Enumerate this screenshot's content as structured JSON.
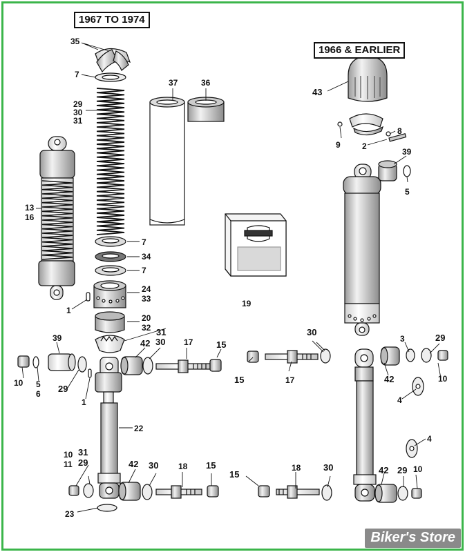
{
  "colors": {
    "frame": "#3bb54a",
    "ink": "#111111",
    "watermark_bg": "#8a8a8a"
  },
  "headings": {
    "left": "1967 TO 1974",
    "right": "1966 & EARLIER"
  },
  "watermark": "Biker's Store",
  "icons": [
    "coil-spring-icon",
    "shock-absorber-icon",
    "bushing-icon",
    "bolt-icon",
    "nut-icon",
    "washer-icon",
    "retainer-cone-icon",
    "emblem-box-icon"
  ],
  "labels": {
    "p35": "35",
    "p7a": "7",
    "p29a": "29",
    "p30a": "30",
    "p31a": "31",
    "p37": "37",
    "p36": "36",
    "p13": "13",
    "p16": "16",
    "p7b": "7",
    "p34": "34",
    "p7c": "7",
    "p24": "24",
    "p33": "33",
    "p1a": "1",
    "p20": "20",
    "p32": "32",
    "p19": "19",
    "p31b": "31",
    "p42a": "42",
    "p30b": "30",
    "p17a": "17",
    "p15a": "15",
    "p39a": "39",
    "p10a": "10",
    "p5a": "5",
    "p6": "6",
    "p29b": "29",
    "p1b": "1",
    "p22": "22",
    "p10b": "10",
    "p11": "11",
    "p31c": "31",
    "p29c": "29",
    "p42b": "42",
    "p30c": "30",
    "p18a": "18",
    "p15b": "15",
    "p23": "23",
    "p43": "43",
    "p9": "9",
    "p8": "8",
    "p2": "2",
    "p39b": "39",
    "p5b": "5",
    "p30d": "30",
    "p15c": "15",
    "p17b": "17",
    "p3": "3",
    "p29d": "29",
    "p42c": "42",
    "p10c": "10",
    "p4a": "4",
    "p4b": "4",
    "p18b": "18",
    "p15d": "15",
    "p30e": "30",
    "p42d": "42",
    "p29e": "29",
    "p10d": "10"
  }
}
